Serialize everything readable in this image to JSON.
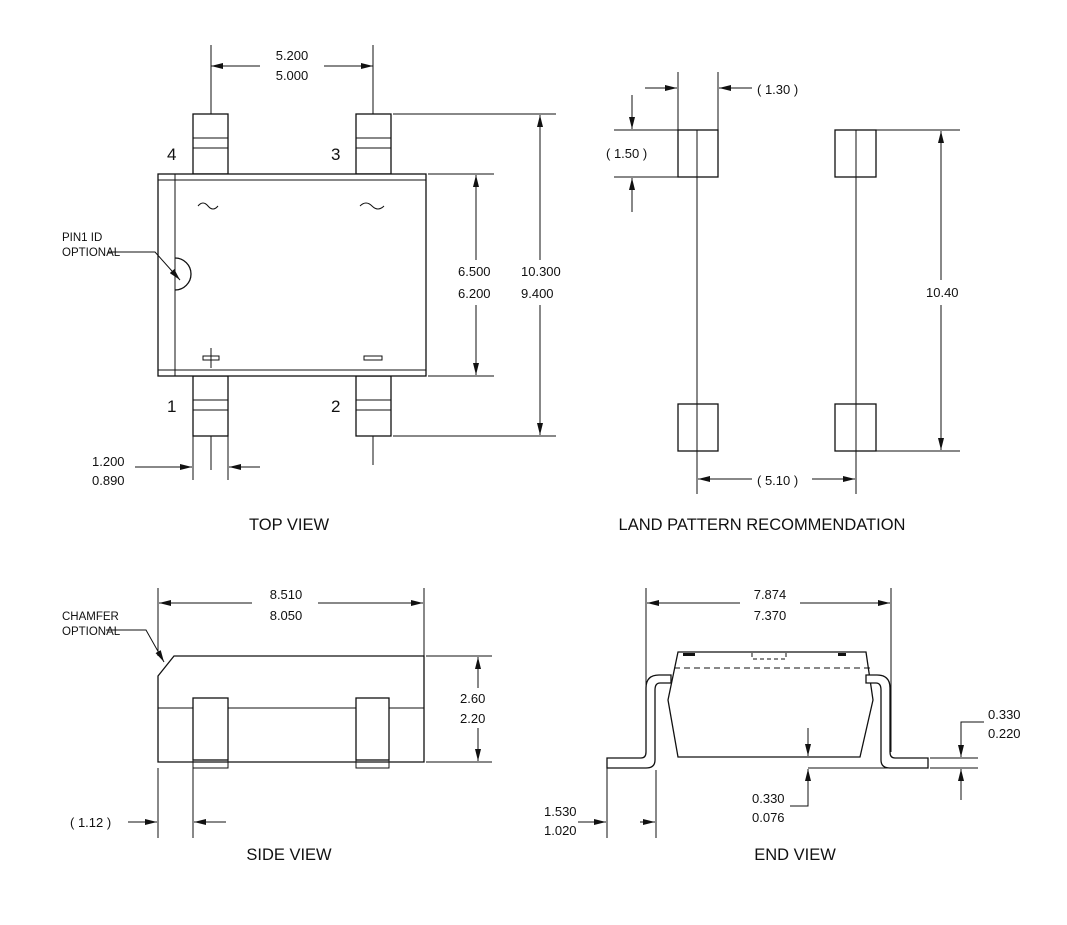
{
  "views": {
    "top": {
      "caption": "TOP VIEW",
      "pin1_note": [
        "PIN1 ID",
        "OPTIONAL"
      ],
      "pins": [
        "1",
        "2",
        "3",
        "4"
      ],
      "dim_lead_pitch": [
        "5.200",
        "5.000"
      ],
      "dim_body_width": [
        "6.500",
        "6.200"
      ],
      "dim_overall_length": [
        "10.300",
        "9.400"
      ],
      "dim_lead_width": [
        "1.200",
        "0.890"
      ]
    },
    "land": {
      "caption": "LAND PATTERN RECOMMENDATION",
      "dim_pad_width": "( 1.30 )",
      "dim_pad_height": "( 1.50 )",
      "dim_pad_span": "10.40",
      "dim_pad_pitch": "( 5.10 )"
    },
    "side": {
      "caption": "SIDE VIEW",
      "chamfer_note": [
        "CHAMFER",
        "OPTIONAL"
      ],
      "dim_body_length": [
        "8.510",
        "8.050"
      ],
      "dim_height": [
        "2.60",
        "2.20"
      ],
      "dim_lead_offset": "( 1.12 )"
    },
    "end": {
      "caption": "END VIEW",
      "dim_overall_width": [
        "7.874",
        "7.370"
      ],
      "dim_lead_thickness": [
        "0.330",
        "0.220"
      ],
      "dim_standoff": [
        "0.330",
        "0.076"
      ],
      "dim_foot_length": [
        "1.530",
        "1.020"
      ]
    }
  }
}
